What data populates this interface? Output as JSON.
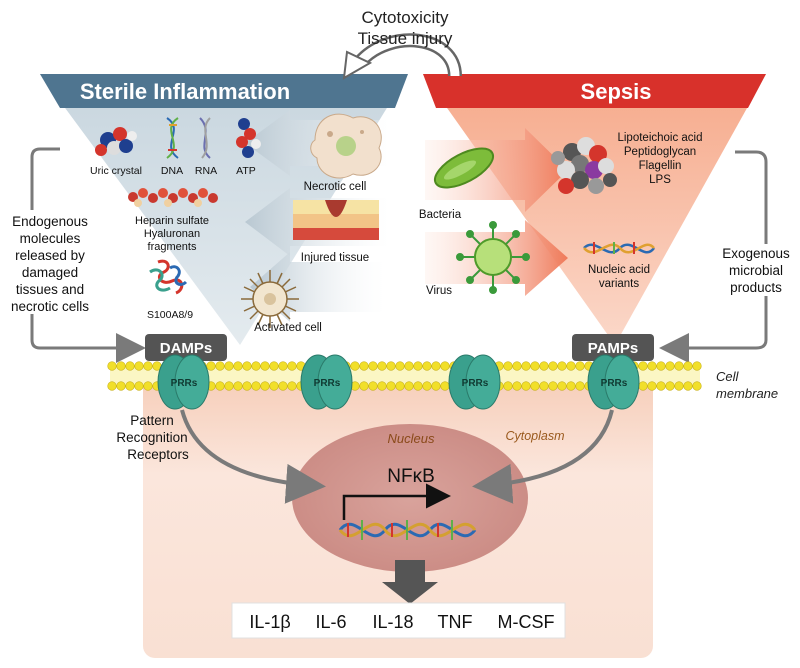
{
  "arc_label": [
    "Cytotoxicity",
    "Tissue injury"
  ],
  "left_header": "Sterile Inflammation",
  "right_header": "Sepsis",
  "damp_items": {
    "uric": "Uric crystal",
    "dna": "DNA",
    "rna": "RNA",
    "atp": "ATP",
    "heparin": [
      "Heparin sulfate",
      "Hyaluronan",
      "fragments"
    ],
    "s100": "S100A8/9"
  },
  "damp_sources": {
    "necrotic": "Necrotic cell",
    "injured": "Injured tissue",
    "activated": "Activated cell"
  },
  "left_side_label": [
    "Endogenous",
    "molecules",
    "released by",
    "damaged",
    "tissues and",
    "necrotic cells"
  ],
  "pamp_items": {
    "lipo": [
      "Lipoteichoic acid",
      "Peptidoglycan",
      "Flagellin",
      "LPS"
    ],
    "nucleic": [
      "Nucleic acid",
      "variants"
    ]
  },
  "pamp_sources": {
    "bacteria": "Bacteria",
    "virus": "Virus"
  },
  "right_side_label": [
    "Exogenous",
    "microbial",
    "products"
  ],
  "damps_badge": "DAMPs",
  "pamps_badge": "PAMPs",
  "prr_label": "PRRs",
  "membrane_label": [
    "Cell",
    "membrane"
  ],
  "prr_caption": [
    "Pattern",
    "Recognition",
    "Receptors"
  ],
  "cytoplasm_label": "Cytoplasm",
  "nucleus_label": "Nucleus",
  "nfkb_label": "NFκB",
  "cytokines": [
    "IL-1β",
    "IL-6",
    "IL-18",
    "TNF",
    "M-CSF"
  ],
  "colors": {
    "left_header": "#4f7590",
    "right_header": "#d8312b",
    "prr": "#3aa08d",
    "badge": "#545454",
    "membrane": "#f1df2a",
    "nucleus": "#cf958e",
    "cytoplasm": "#f8ddd0"
  }
}
